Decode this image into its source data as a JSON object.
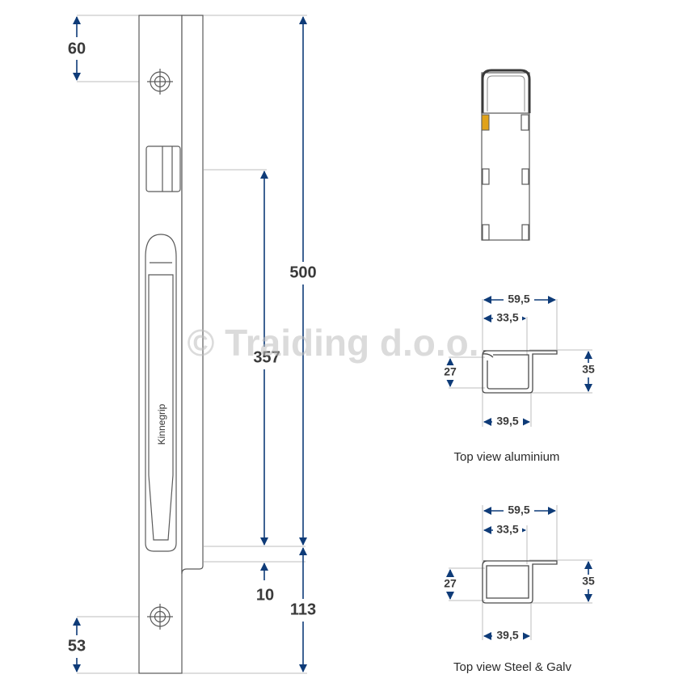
{
  "watermark": "© Traiding d.o.o.",
  "handle": {
    "brand": "Kinnegrip"
  },
  "dimensions": {
    "top_hole": "60",
    "total_length": "500",
    "handle_span": "357",
    "handle_offset": "10",
    "bottom_section": "113",
    "bottom_hole": "53"
  },
  "aluminium_profile": {
    "caption": "Top view aluminium",
    "flange_width": "59,5",
    "inner_width": "33,5",
    "outer_width": "39,5",
    "inner_depth": "27",
    "outer_depth": "35"
  },
  "steel_profile": {
    "caption": "Top view Steel & Galv",
    "flange_width": "59,5",
    "inner_width": "33,5",
    "outer_width": "39,5",
    "inner_depth": "27",
    "outer_depth": "35"
  },
  "colors": {
    "dimension_arrow": "#0e3b78",
    "accent_tab": "#e0a21a",
    "outline": "#5a5a5a"
  }
}
